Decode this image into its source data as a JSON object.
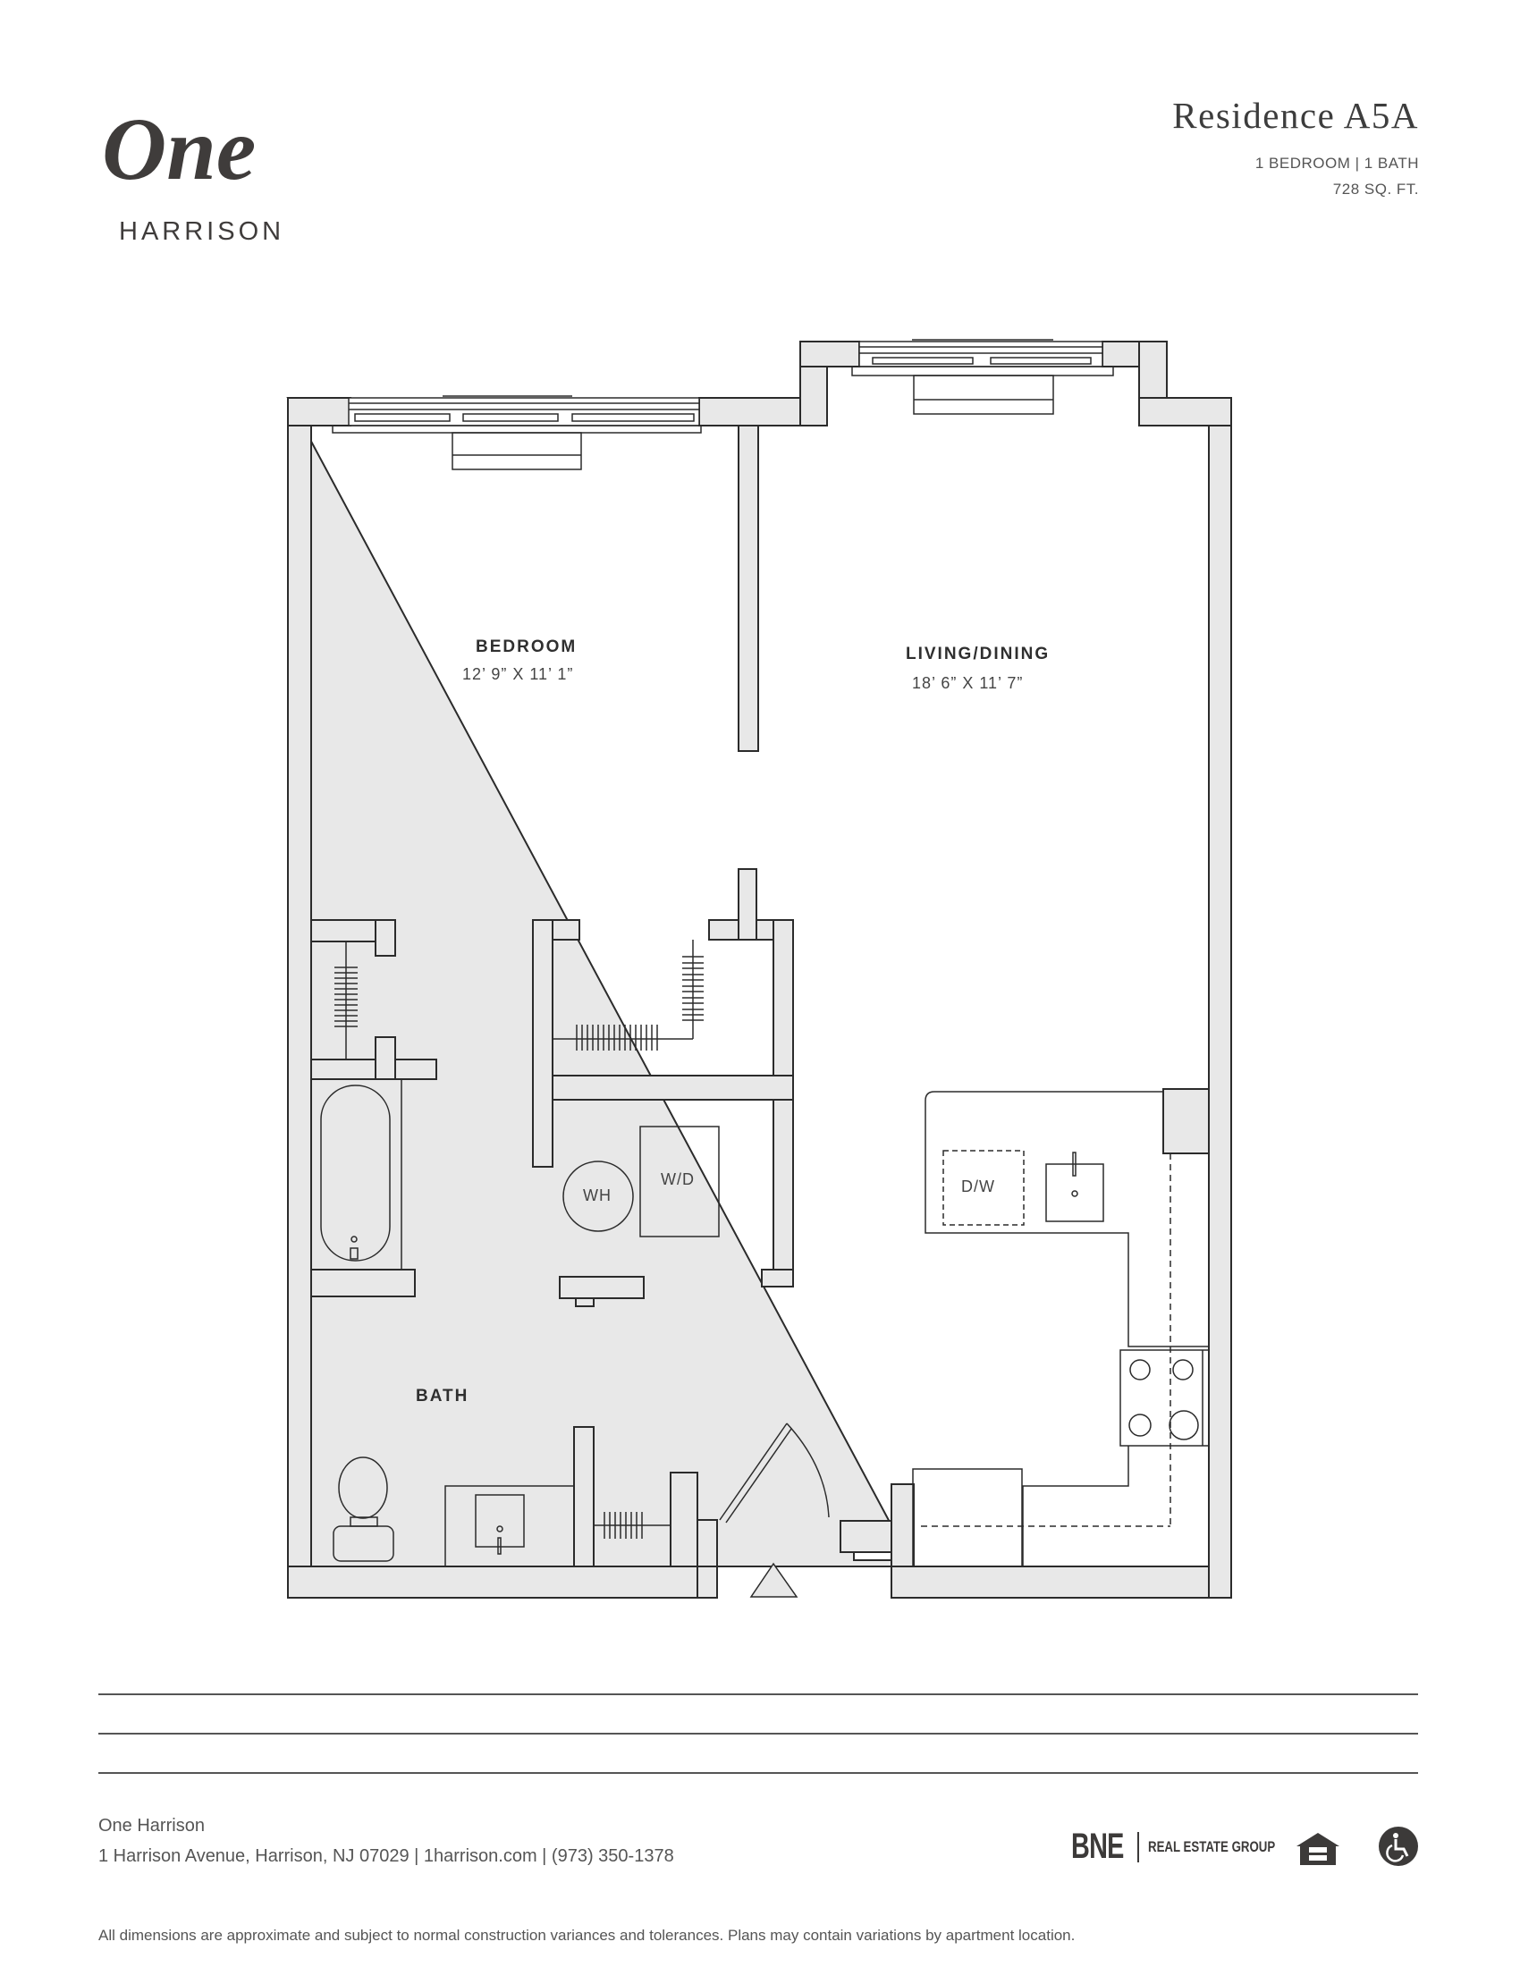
{
  "brand": {
    "logo_script": "One",
    "logo_subtitle": "HARRISON"
  },
  "header": {
    "title": "Residence A5A",
    "bed_bath": "1 BEDROOM | 1 BATH",
    "area": "728 SQ. FT."
  },
  "rooms": [
    {
      "name": "BEDROOM",
      "dimensions": "12’ 9” X 11’ 1”"
    },
    {
      "name": "LIVING/DINING",
      "dimensions": "18’ 6” X 11’ 7”"
    },
    {
      "name": "BATH"
    }
  ],
  "fixtures": {
    "water_heater": "WH",
    "washer_dryer": "W/D",
    "dishwasher": "D/W"
  },
  "footer": {
    "property_name": "One Harrison",
    "address_line": "1 Harrison Avenue, Harrison, NJ 07029 | 1harrison.com | (973) 350-1378",
    "bne_mark": "BNE",
    "bne_text": "REAL ESTATE GROUP",
    "disclaimer": "All dimensions are approximate and subject to normal construction variances and tolerances. Plans may contain variations by apartment location."
  },
  "colors": {
    "wall_fill": "#e8e8e8",
    "line": "#2b2b2b",
    "text": "#3d3d3d"
  }
}
